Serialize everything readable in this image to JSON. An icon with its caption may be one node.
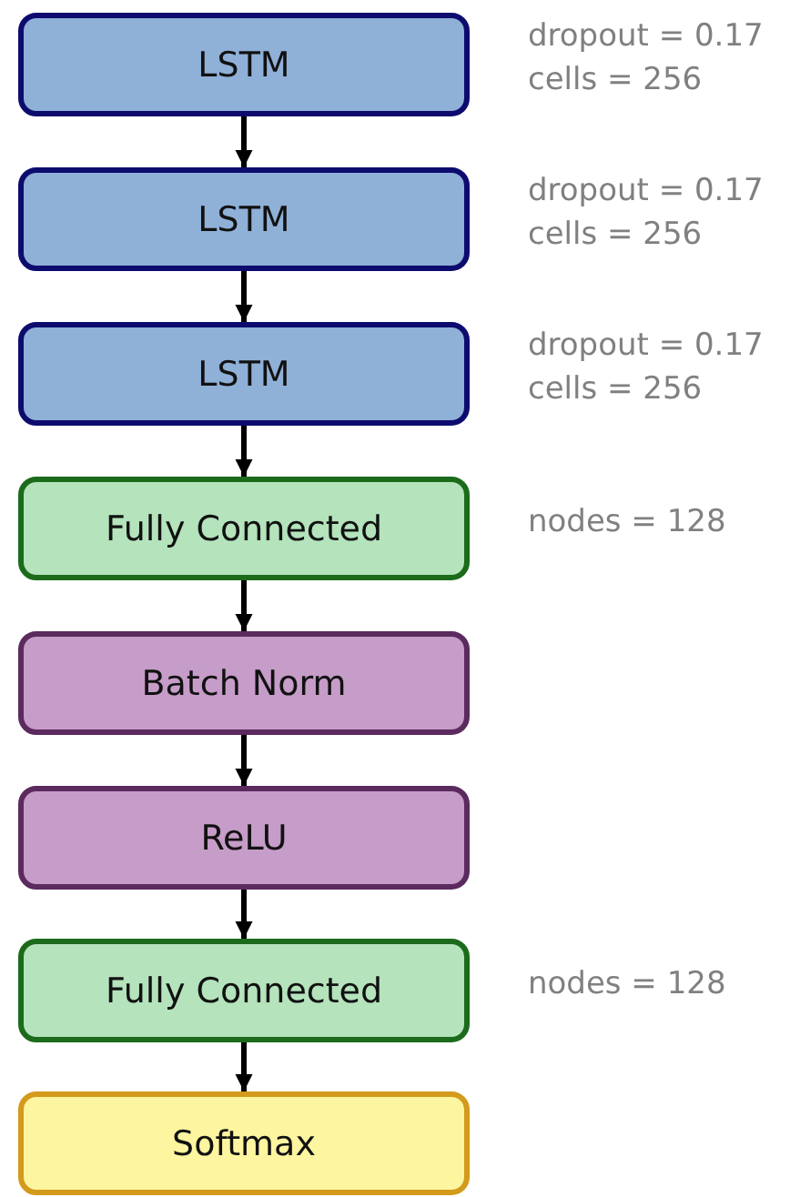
{
  "diagram": {
    "nodes": [
      {
        "text": [
          "LSTM"
        ],
        "beside": [
          "dropout = 0.17",
          "cells = 256"
        ]
      },
      {
        "text": [
          "LSTM"
        ],
        "beside": [
          "dropout = 0.17",
          "cells = 256"
        ]
      },
      {
        "text": [
          "LSTM"
        ],
        "beside": [
          "dropout = 0.17",
          "cells = 256"
        ]
      },
      {
        "text": [
          "Fully Connected"
        ],
        "beside": [
          "nodes = 128"
        ]
      },
      {
        "text": [
          "Batch Norm"
        ]
      },
      {
        "text": [
          "ReLU"
        ]
      },
      {
        "text": [
          "Fully Connected"
        ],
        "beside": [
          "nodes = 128"
        ]
      },
      {
        "text": [
          "Softmax"
        ]
      }
    ],
    "edges": [
      {
        "from": 0,
        "to": 1,
        "arrow": "to"
      },
      {
        "from": 1,
        "to": 2,
        "arrow": "to"
      },
      {
        "from": 2,
        "to": 3,
        "arrow": "to"
      },
      {
        "from": 3,
        "to": 4,
        "arrow": "to"
      },
      {
        "from": 4,
        "to": 5,
        "arrow": "to"
      },
      {
        "from": 5,
        "to": 6,
        "arrow": "to"
      },
      {
        "from": 6,
        "to": 7,
        "arrow": "to"
      }
    ]
  }
}
